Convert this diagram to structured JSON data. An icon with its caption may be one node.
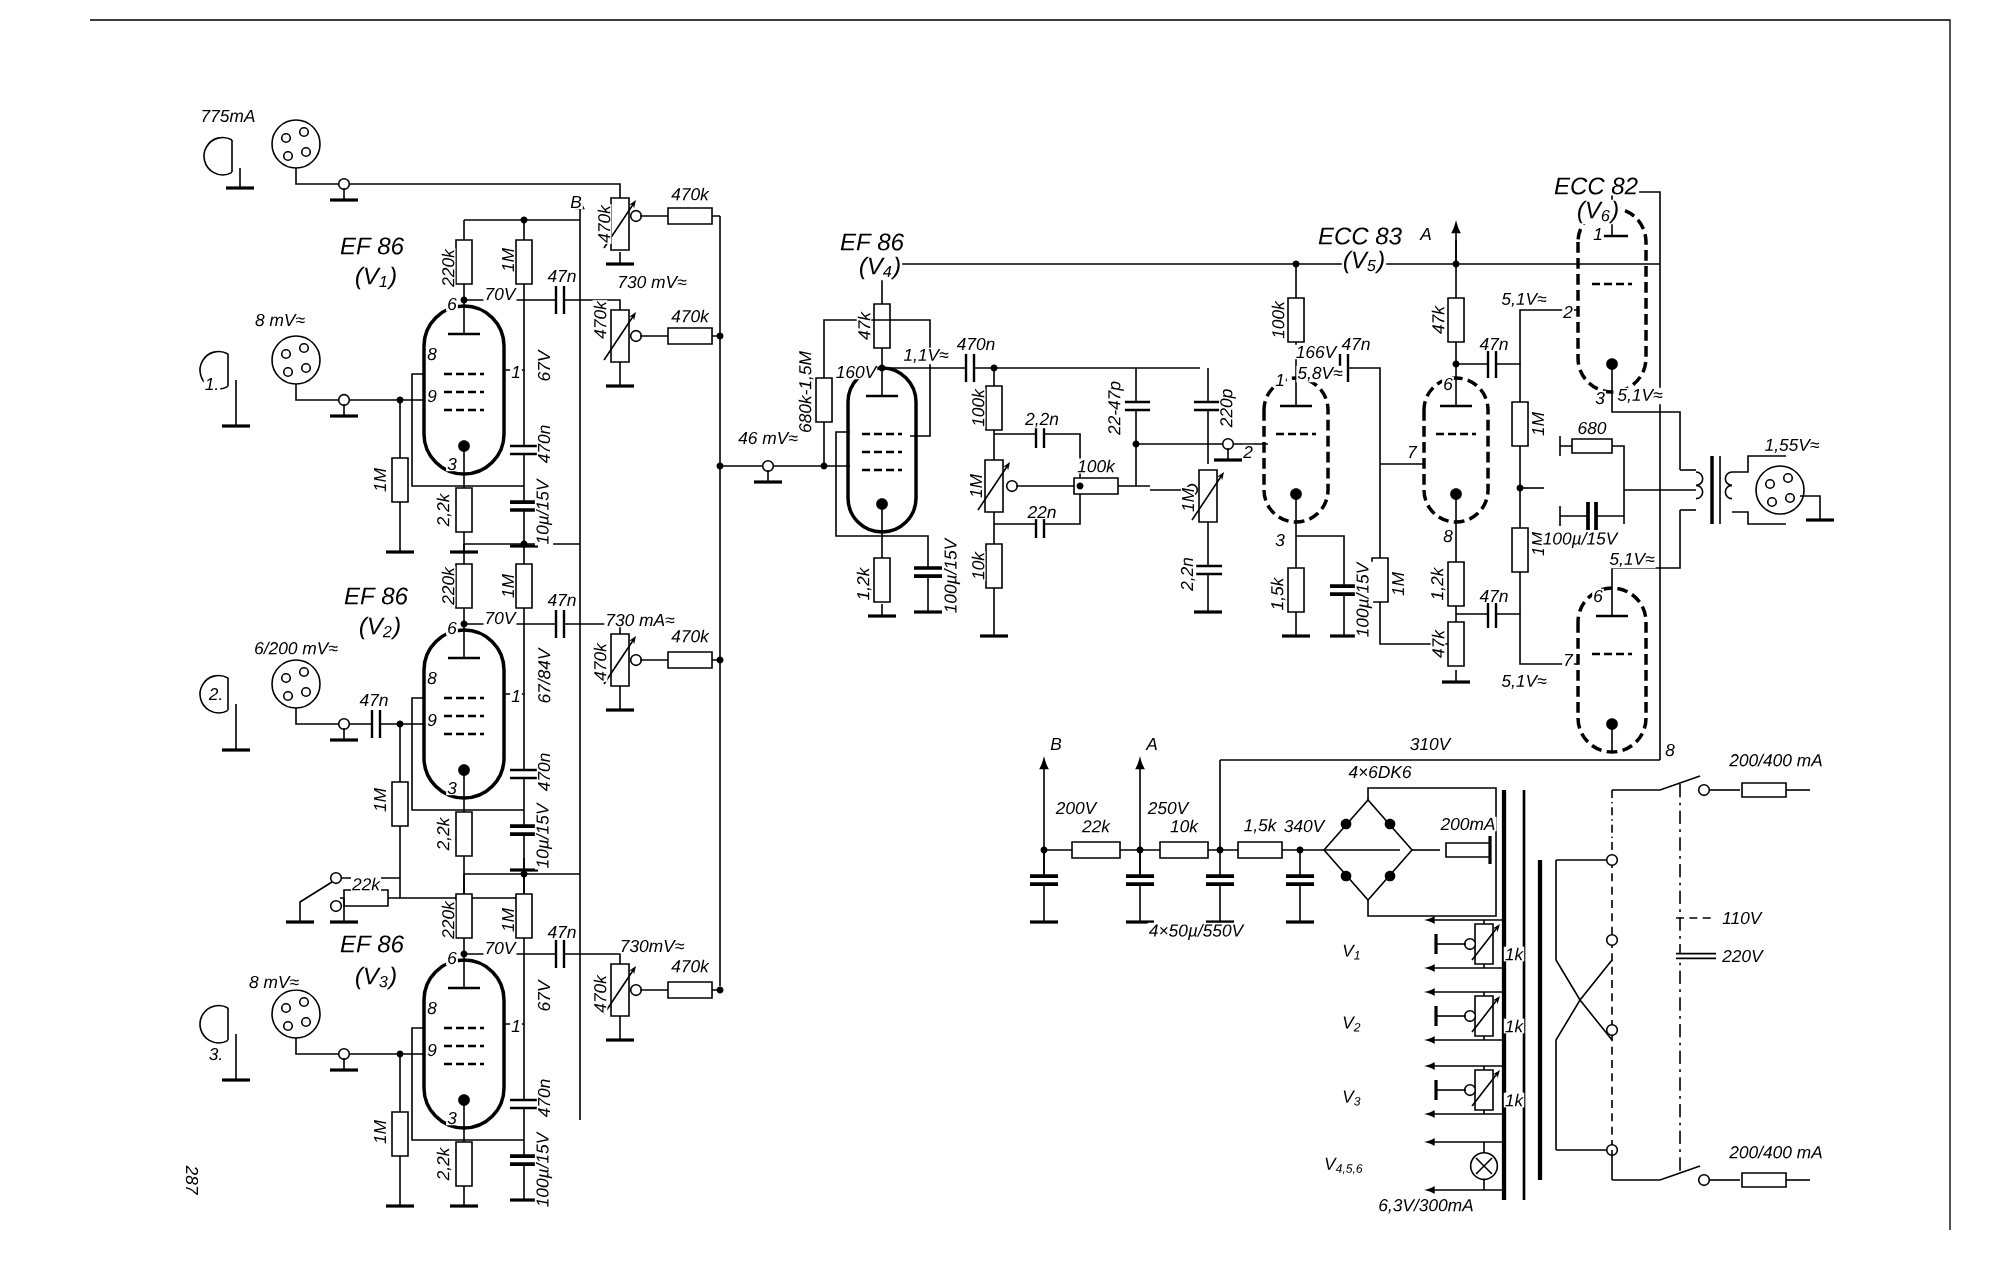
{
  "diagram": {
    "labels": [
      "775mA",
      "B",
      "470k",
      "470k",
      "EF 86",
      "(V$_{1}$)",
      "220k",
      "1M",
      "47n",
      "70V",
      "730 mV≈",
      "470k",
      "470k",
      "8 mV≈",
      "6",
      "8",
      "1",
      "9",
      "67V",
      "1.",
      "470n",
      "1M",
      "2,2k",
      "10µ/15V",
      "3",
      "EF 86",
      "(V$_{2}$)",
      "220k",
      "1M",
      "47n",
      "70V",
      "730 mA≈",
      "470k",
      "470k",
      "6/200 mV≈",
      "6",
      "8",
      "1",
      "9",
      "67/84V",
      "2.",
      "47n",
      "470n",
      "3",
      "1M",
      "2,2k",
      "10µ/15V",
      "22k",
      "EF 86",
      "(V$_{3}$)",
      "220k",
      "1M",
      "47n",
      "70V",
      "67V",
      "730mV≈",
      "470k",
      "470k",
      "8 mV≈",
      "6",
      "8",
      "1",
      "3.",
      "9",
      "470n",
      "3",
      "1M",
      "2,2k",
      "100µ/15V",
      "46 mV≈",
      "EF 86",
      "(V$_{4}$)",
      "680k-1,5M",
      "47k",
      "160V",
      "1,1V≈",
      "470n",
      "100k",
      "2,2n",
      "1M",
      "22n",
      "10k",
      "1,2k",
      "100µ/15V",
      "22-47p",
      "220p",
      "100k",
      "1M",
      "2,2n",
      "ECC 83",
      "(V$_{5}$)",
      "A",
      "100k",
      "166V",
      "5,8V≈",
      "1",
      "47n",
      "2",
      "3",
      "1,5k",
      "100µ/15V",
      "47k",
      "47n",
      "6",
      "7",
      "1M",
      "1M",
      "8",
      "1,2k",
      "47n",
      "47k",
      "1M",
      "ECC 82",
      "(V$_{6}$)",
      "1",
      "5,1V≈",
      "2",
      "3",
      "5,1V≈",
      "680",
      "100µ/15V",
      "1,55V≈",
      "5,1V≈",
      "6",
      "7",
      "5,1V≈",
      "8",
      "B",
      "A",
      "310V",
      "200V",
      "250V",
      "4×6DK6",
      "22k",
      "10k",
      "1,5k",
      "340V",
      "200mA",
      "4×50µ/550V",
      "V$_{1}$",
      "1k",
      "V$_{2}$",
      "1k",
      "V$_{3}$",
      "1k",
      "V$_{4,5,6}$",
      "6,3V/300mA",
      "200/400 mA",
      "200/400 mA",
      "287"
    ],
    "legend": [
      {
        "text": "110V"
      },
      {
        "text": "220V"
      }
    ]
  }
}
